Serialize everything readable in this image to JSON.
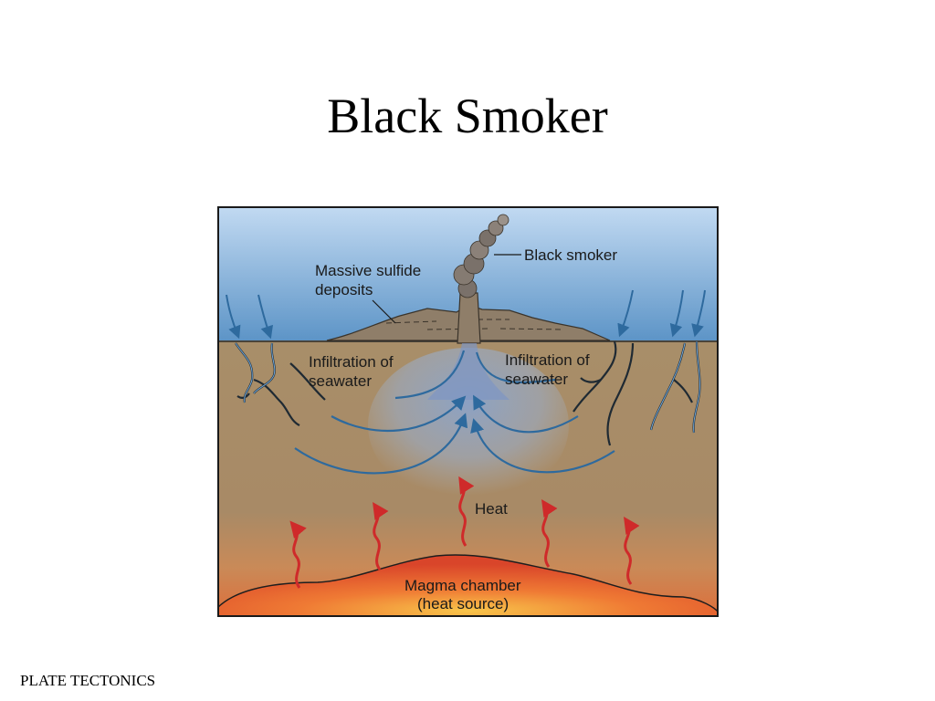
{
  "slide": {
    "title": "Black Smoker",
    "footer": "PLATE TECTONICS"
  },
  "diagram": {
    "labels": {
      "black_smoker": "Black smoker",
      "massive_sulfide_1": "Massive sulfide",
      "massive_sulfide_2": "deposits",
      "infiltration_left_1": "Infiltration of",
      "infiltration_left_2": "seawater",
      "infiltration_right_1": "Infiltration of",
      "infiltration_right_2": "seawater",
      "heat": "Heat",
      "magma_1": "Magma chamber",
      "magma_2": "(heat source)"
    },
    "colors": {
      "sky_top": "#b9d3ee",
      "sky_bottom": "#5f96c8",
      "crust": "#a68c68",
      "magma_glow": "#e05a2e",
      "magma_core": "#f6b23e",
      "seawater_arrows": "#2e6a9e",
      "heat_arrows": "#cf2a2a",
      "smoke": "#7a716a"
    }
  }
}
